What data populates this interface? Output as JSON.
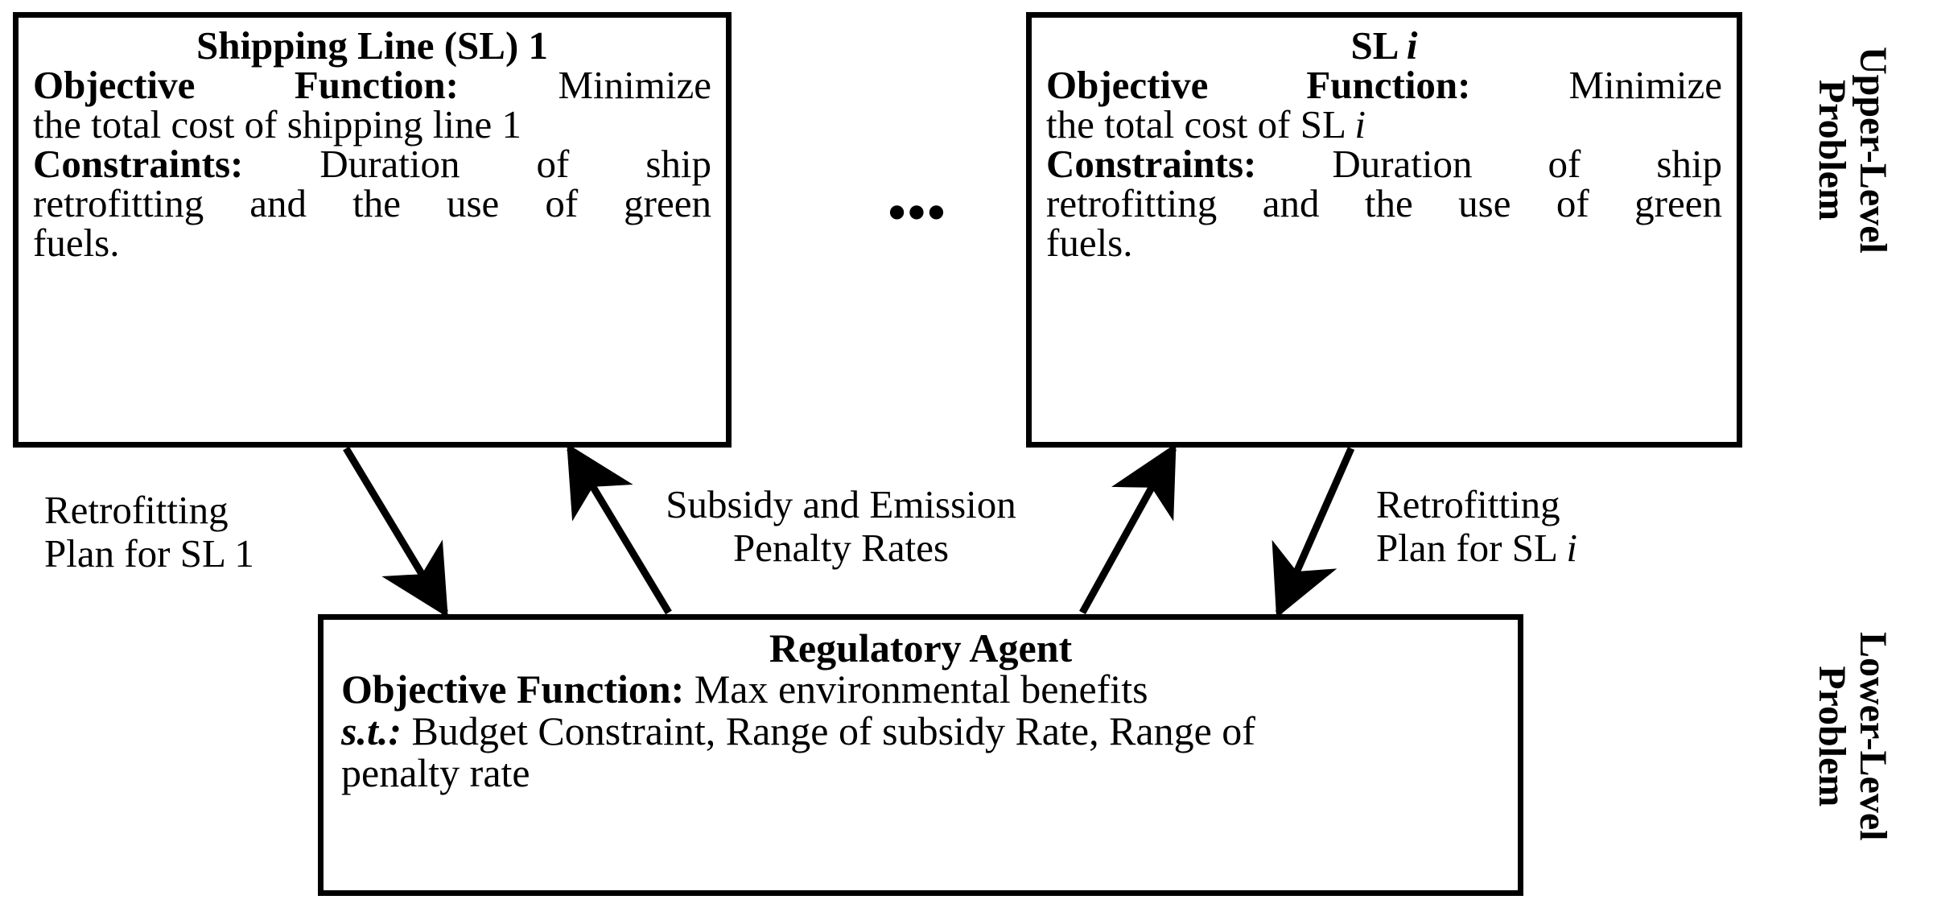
{
  "diagram": {
    "type": "bilevel-optimization-framework",
    "background_color": "#ffffff",
    "line_color": "#000000"
  },
  "boxes": {
    "shipping_line_1": {
      "title": "Shipping Line (SL) 1",
      "objective_label": "Objective Function:",
      "objective_text": " Minimize the total cost of shipping line 1",
      "constraints_label": "Constraints:",
      "constraints_text": " Duration of ship retrofitting and the use of green fuels.",
      "line1_rest": "Minimize",
      "line2": "the total cost of shipping line 1",
      "line3_rest": "Duration of ship",
      "line4": "retrofitting and the use of green",
      "line5": "fuels."
    },
    "shipping_line_i": {
      "title_prefix": "SL",
      "title_index": "i",
      "objective_label": "Objective Function:",
      "objective_text": " Minimize the total cost of SL i",
      "constraints_label": "Constraints:",
      "constraints_text": " Duration of ship retrofitting and the use of green fuels.",
      "line1_rest": "Minimize",
      "line2_pre": "the total cost of SL ",
      "line2_index": "i",
      "line3_rest": "Duration of ship",
      "line4": "retrofitting and the use of green",
      "line5": "fuels."
    },
    "regulatory_agent": {
      "title": "Regulatory Agent",
      "objective_label": "Objective Function:",
      "objective_text": " Max environmental benefits",
      "st_label": "s.t.:",
      "st_text": " Budget Constraint, Range of subsidy Rate, Range of penalty rate",
      "st_line1": " Budget Constraint, Range of subsidy Rate, Range of",
      "st_line2": "penalty rate"
    }
  },
  "separator": {
    "ellipsis": "•••"
  },
  "edge_labels": {
    "left": {
      "line1": "Retrofitting",
      "line2": "Plan for SL 1"
    },
    "middle": {
      "line1": "Subsidy and Emission",
      "line2": "Penalty Rates"
    },
    "right": {
      "line1": "Retrofitting",
      "line2_pre": "Plan for SL ",
      "line2_index": "i"
    }
  },
  "side_labels": {
    "upper": {
      "line1": "Upper-Level",
      "line2": "Problem"
    },
    "lower": {
      "line1": "Lower-Level",
      "line2": "Problem"
    }
  },
  "arrows": [
    {
      "name": "sl1-to-agent",
      "direction": "down-right",
      "from": "shipping_line_1",
      "to": "regulatory_agent",
      "label": "Retrofitting Plan for SL 1"
    },
    {
      "name": "agent-to-sl1",
      "direction": "up-left",
      "from": "regulatory_agent",
      "to": "shipping_line_1",
      "label": "Subsidy and Emission Penalty Rates"
    },
    {
      "name": "agent-to-sli",
      "direction": "up-right",
      "from": "regulatory_agent",
      "to": "shipping_line_i",
      "label": "Subsidy and Emission Penalty Rates"
    },
    {
      "name": "sli-to-agent",
      "direction": "down-left",
      "from": "shipping_line_i",
      "to": "regulatory_agent",
      "label": "Retrofitting Plan for SL i"
    }
  ]
}
